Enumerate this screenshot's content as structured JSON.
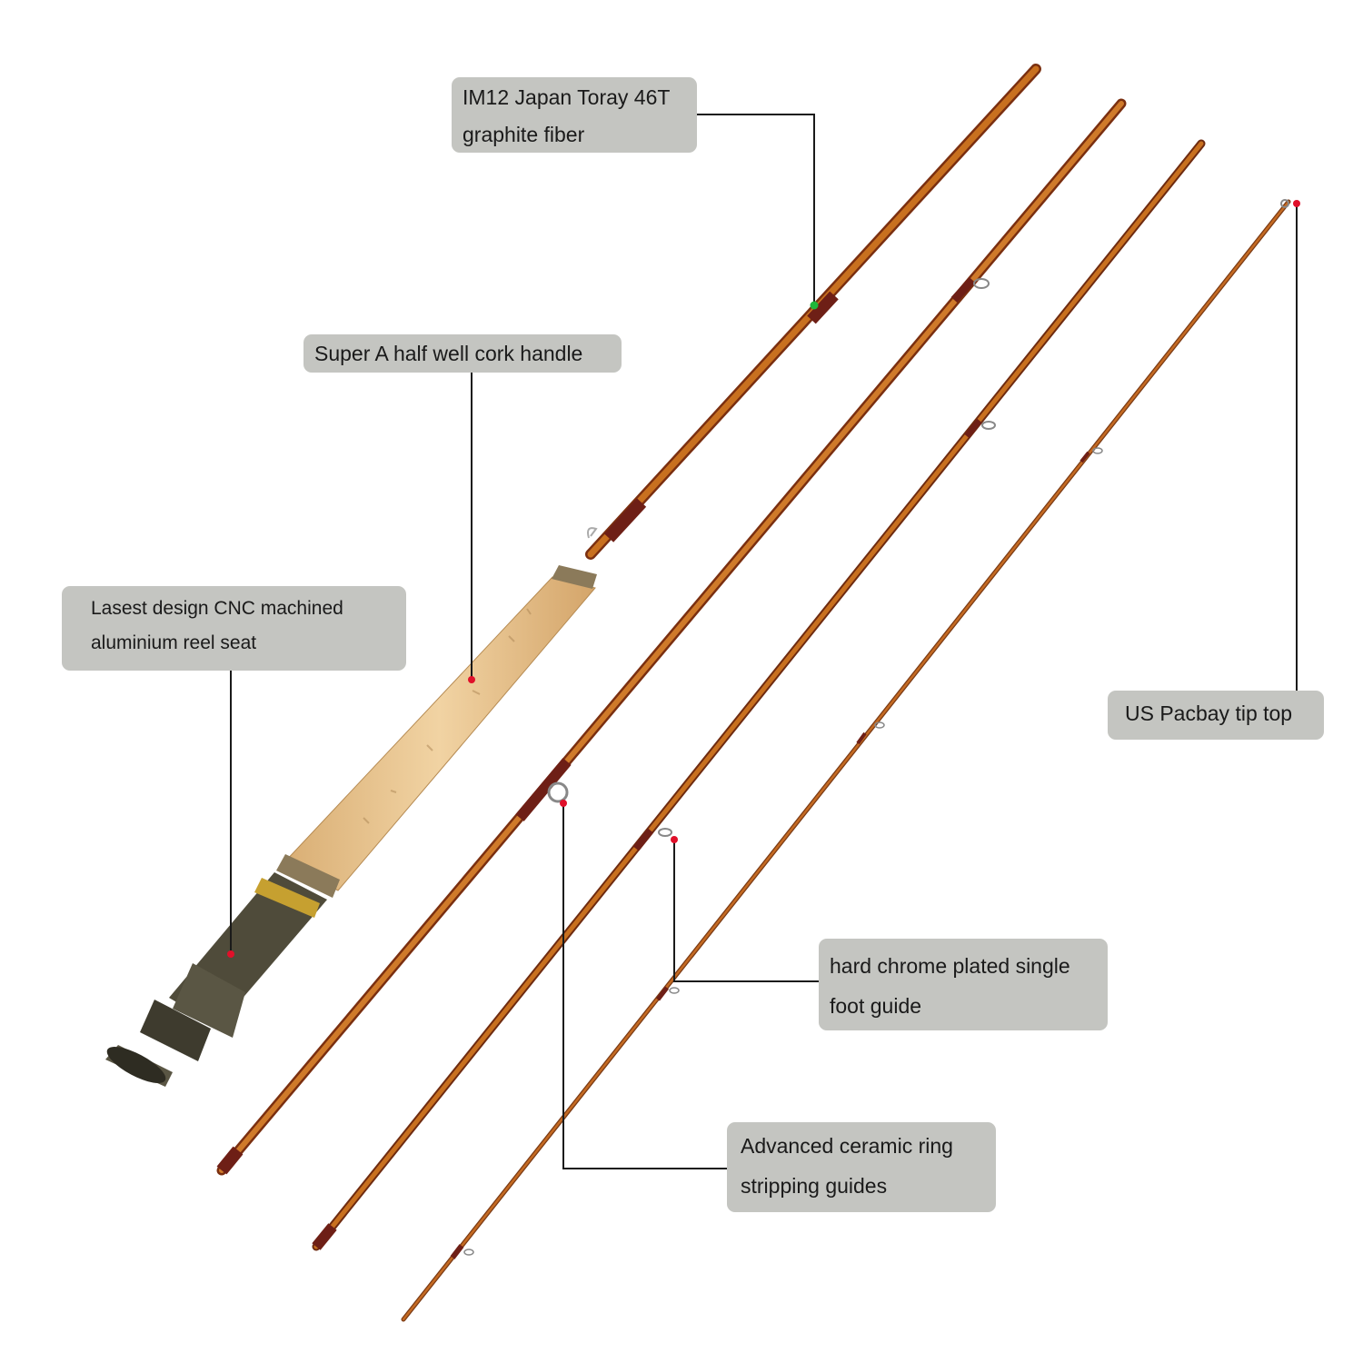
{
  "callouts": {
    "graphite": {
      "line1": "IM12 Japan Toray 46T",
      "line2": "graphite fiber"
    },
    "handle": {
      "text": "Super A half well cork handle"
    },
    "reel_seat": {
      "line1": "Lasest design CNC machined",
      "line2": "aluminium reel seat"
    },
    "tip_top": {
      "text": "US Pacbay tip top"
    },
    "single_foot": {
      "line1": "hard chrome plated single",
      "line2": "foot guide"
    },
    "stripping": {
      "line1": "Advanced ceramic ring",
      "line2": "stripping guides"
    }
  },
  "rod_text": "",
  "colors": {
    "callout_bg": "#c4c5c1",
    "leader": "#1a1a1a",
    "marker_red": "#e0102a",
    "marker_green": "#1fb83a",
    "blank": "#c0641c",
    "blank_dark": "#7a2f10",
    "wrap": "#6e1f16",
    "cork": "#e6c08e",
    "seat": "#4a4636"
  }
}
